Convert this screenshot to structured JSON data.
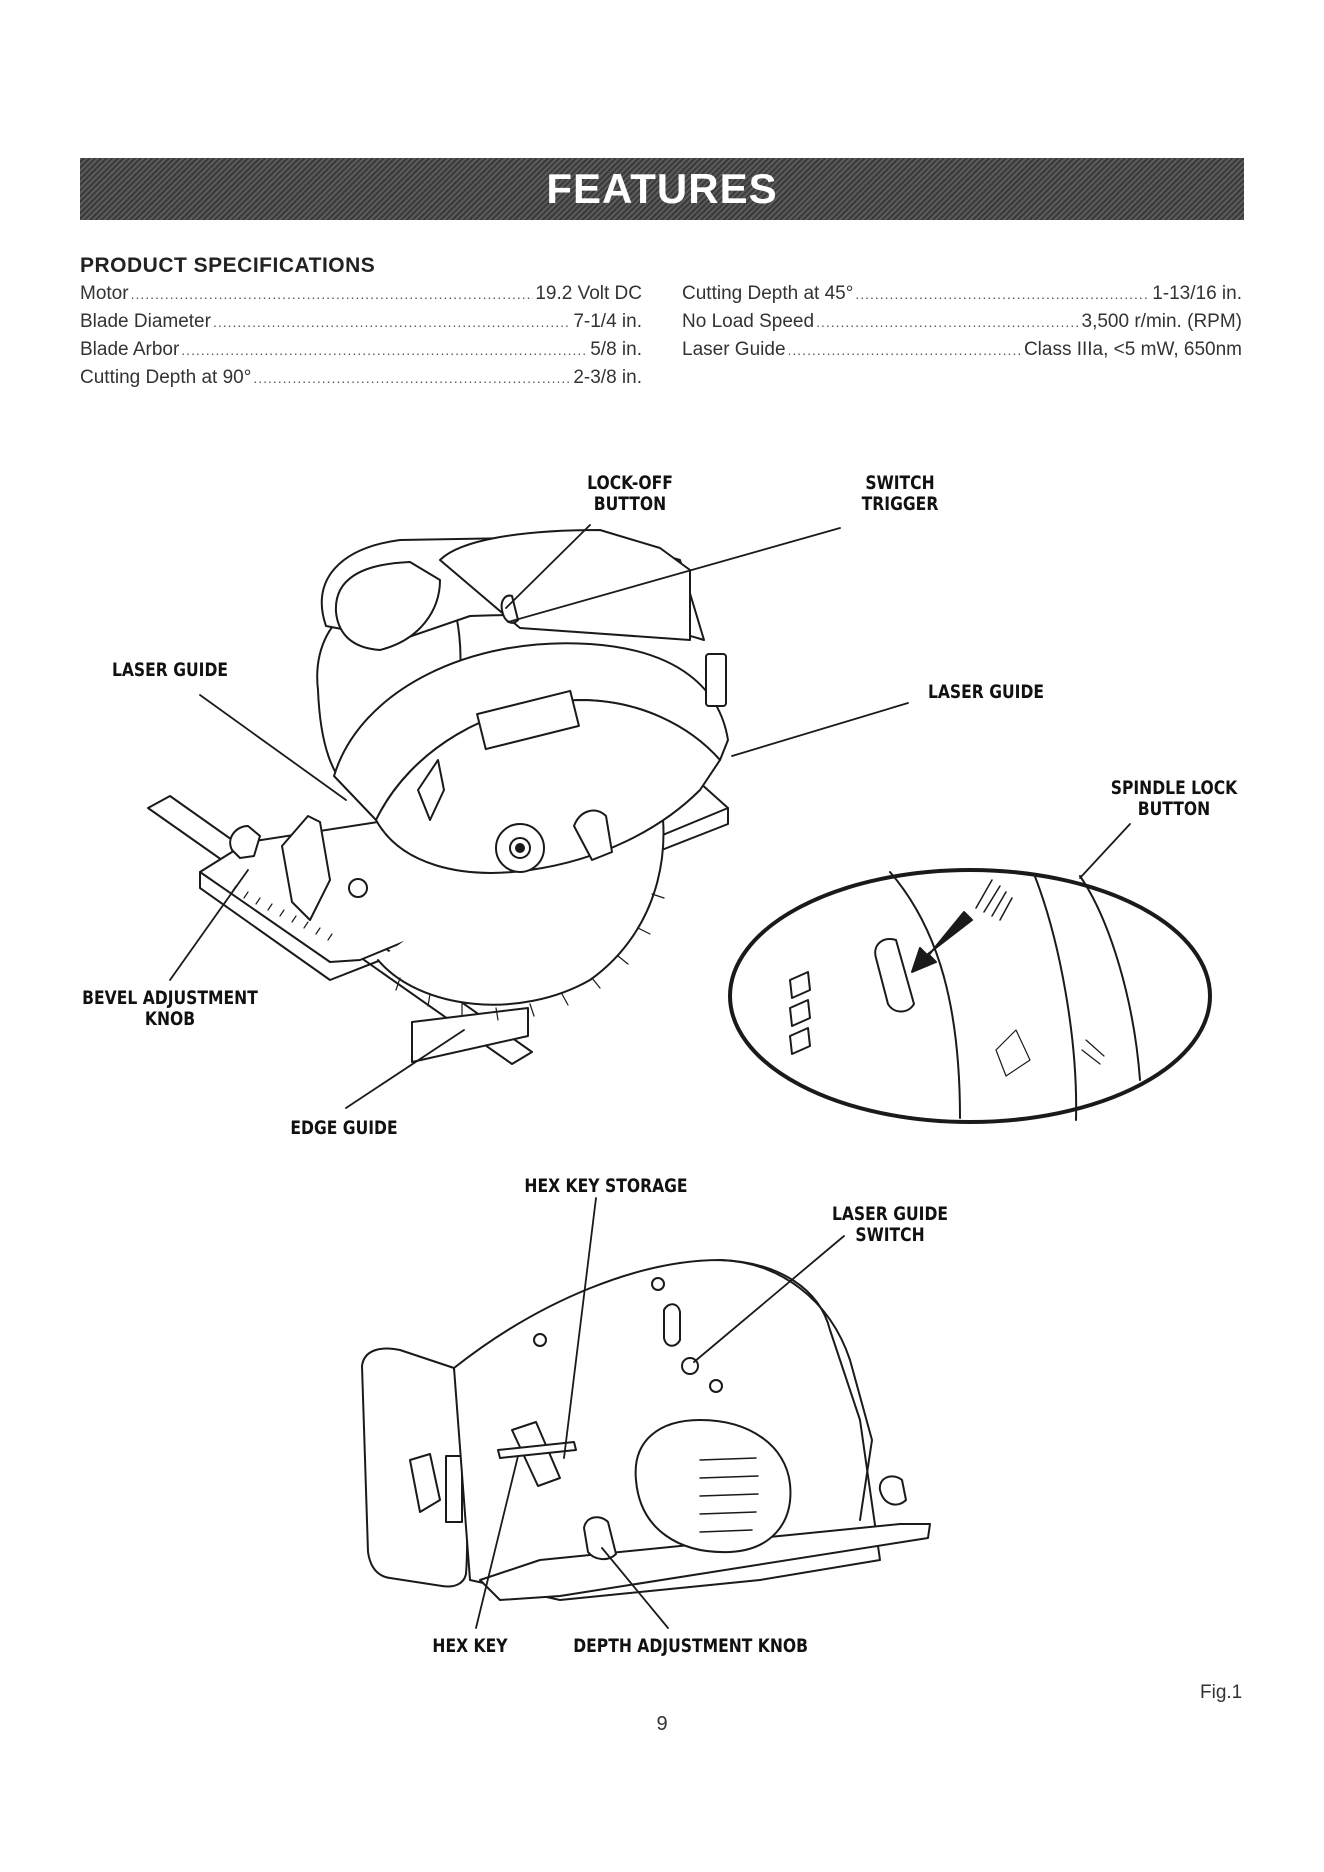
{
  "banner": {
    "title": "FEATURES"
  },
  "specifications": {
    "heading": "PRODUCT SPECIFICATIONS",
    "left": [
      {
        "label": "Motor",
        "value": "19.2 Volt DC"
      },
      {
        "label": "Blade Diameter",
        "value": "7-1/4 in."
      },
      {
        "label": "Blade Arbor",
        "value": "5/8 in."
      },
      {
        "label": "Cutting Depth at 90°",
        "value": "2-3/8 in."
      }
    ],
    "right": [
      {
        "label": "Cutting Depth at 45°",
        "value": "1-13/16 in."
      },
      {
        "label": "No Load Speed",
        "value": "3,500 r/min. (RPM)"
      },
      {
        "label": "Laser Guide",
        "value": "Class IIIa, <5 mW, 650nm"
      }
    ]
  },
  "callouts": {
    "lock_off_button": [
      "LOCK-OFF",
      "BUTTON"
    ],
    "switch_trigger": [
      "SWITCH",
      "TRIGGER"
    ],
    "laser_guide_left": [
      "LASER GUIDE"
    ],
    "laser_guide_right": [
      "LASER GUIDE"
    ],
    "spindle_lock_button": [
      "SPINDLE LOCK",
      "BUTTON"
    ],
    "bevel_adjustment_knob": [
      "BEVEL ADJUSTMENT",
      "KNOB"
    ],
    "edge_guide": [
      "EDGE GUIDE"
    ],
    "hex_key_storage": [
      "HEX KEY STORAGE"
    ],
    "laser_guide_switch": [
      "LASER GUIDE",
      "SWITCH"
    ],
    "hex_key": [
      "HEX KEY"
    ],
    "depth_adjustment_knob": [
      "DEPTH ADJUSTMENT KNOB"
    ]
  },
  "figure_label": "Fig.1",
  "page_number": "9"
}
